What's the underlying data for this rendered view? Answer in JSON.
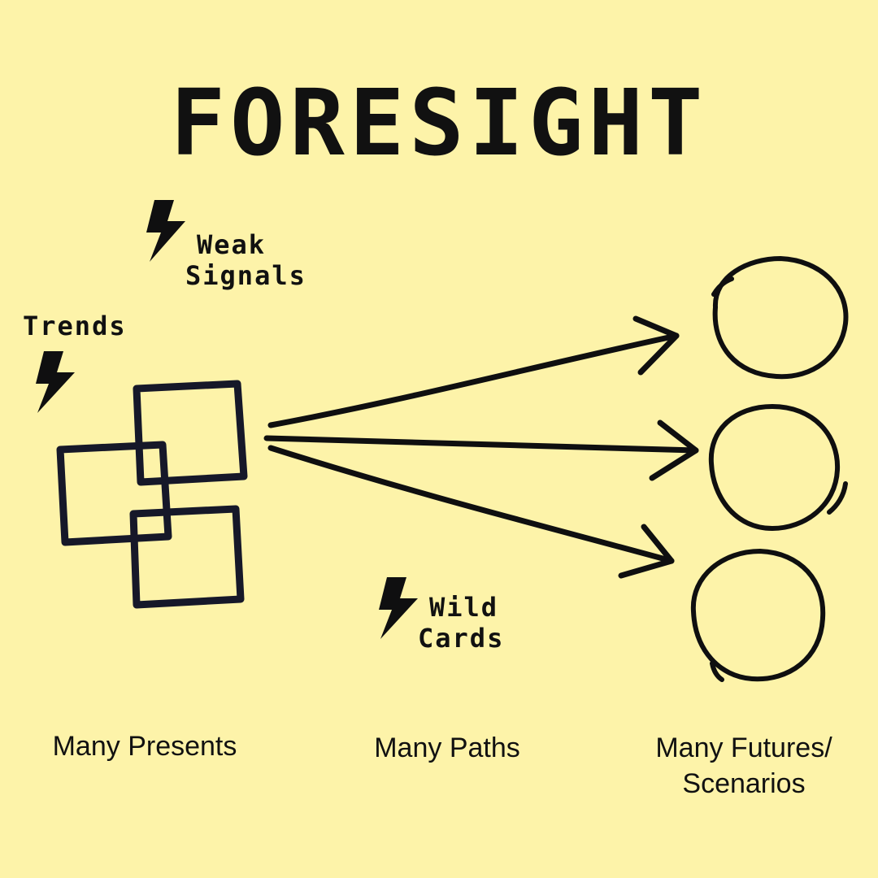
{
  "title": "FORESIGHT",
  "labels": {
    "weak_signals": [
      "Weak",
      "Signals"
    ],
    "trends": "Trends",
    "wild_cards": [
      "Wild",
      "Cards"
    ]
  },
  "captions": {
    "presents": "Many Presents",
    "paths": "Many Paths",
    "futures": [
      "Many Futures/",
      "Scenarios"
    ]
  },
  "colors": {
    "background": "#fdf3a9",
    "ink": "#0f0f10",
    "box_stroke": "#161829"
  },
  "icons": [
    "lightning-bolt-icon",
    "lightning-bolt-icon",
    "lightning-bolt-icon"
  ]
}
